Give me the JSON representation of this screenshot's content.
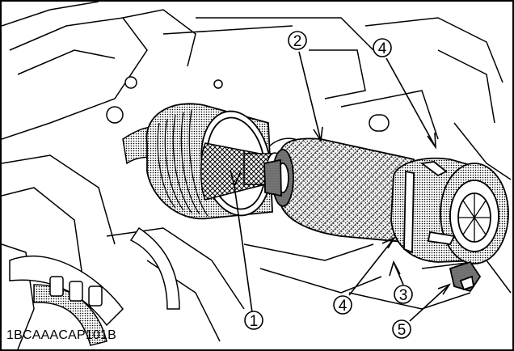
{
  "figure_code": "1BCAAACAP101B",
  "callouts": [
    {
      "number": "1",
      "glyph": "①"
    },
    {
      "number": "2",
      "glyph": "②"
    },
    {
      "number": "3",
      "glyph": "③"
    },
    {
      "number": "4",
      "glyph": "④"
    },
    {
      "number": "4",
      "glyph": "④"
    },
    {
      "number": "5",
      "glyph": "⑤"
    }
  ]
}
